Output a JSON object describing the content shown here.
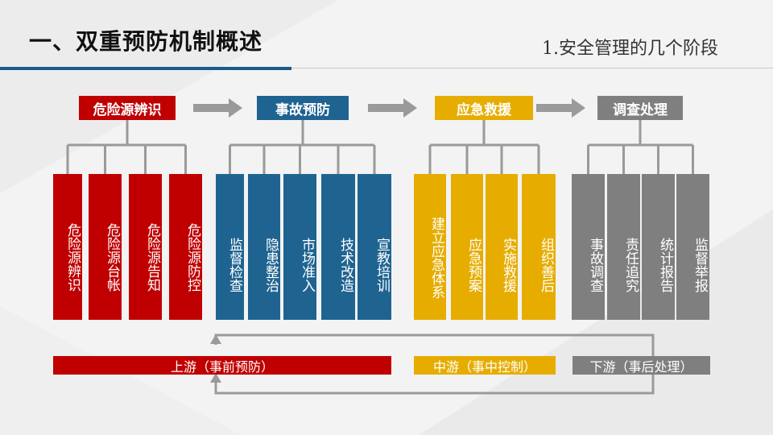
{
  "header": {
    "title": "一、双重预防机制概述",
    "subtitle": "1.安全管理的几个阶段"
  },
  "colors": {
    "red": "#c00000",
    "blue": "#1f6391",
    "yellow": "#e6ad00",
    "gray": "#7f7f7f",
    "connector": "#9a9a9a",
    "header_blue": "#1a5c8a"
  },
  "stages": [
    {
      "label": "危险源辨识",
      "color": "red",
      "items": [
        "危险源辨识",
        "危险源台帐",
        "危险源告知",
        "危险源防控"
      ]
    },
    {
      "label": "事故预防",
      "color": "blue",
      "items": [
        "监督检查",
        "隐患整治",
        "市场准入",
        "技术改造",
        "宣教培训"
      ]
    },
    {
      "label": "应急救援",
      "color": "yellow",
      "items": [
        "建立应急体系",
        "应急预案",
        "实施救援",
        "组织善后"
      ]
    },
    {
      "label": "调查处理",
      "color": "gray",
      "items": [
        "事故调查",
        "责任追究",
        "统计报告",
        "监督举报"
      ]
    }
  ],
  "phases": [
    {
      "label": "上游（事前预防）",
      "color": "red"
    },
    {
      "label": "中游（事中控制）",
      "color": "yellow"
    },
    {
      "label": "下游（事后处理）",
      "color": "gray"
    }
  ],
  "icons": {
    "stage_arrow": "arrow-right-icon",
    "feedback_arrow": "arrow-left-icon"
  }
}
